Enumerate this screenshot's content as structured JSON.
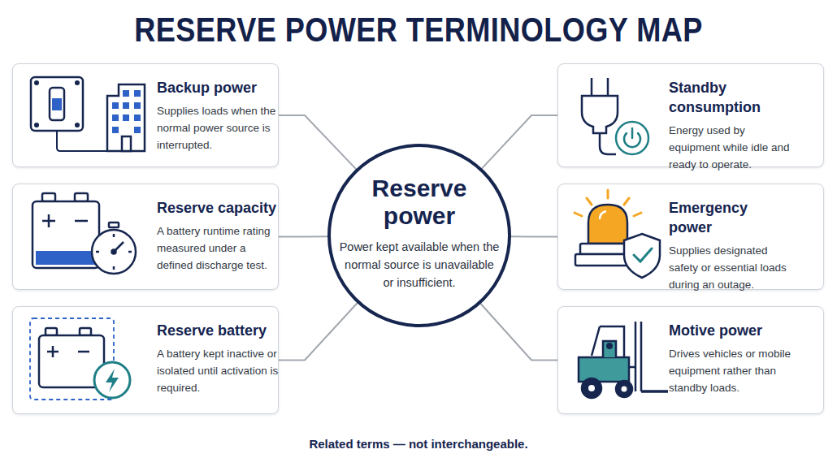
{
  "diagram": {
    "title": "RESERVE POWER TERMINOLOGY MAP",
    "caption": "Related terms — not interchangeable.",
    "nodes": [
      {
        "text": [
          "Backup power",
          "Supplies loads when the normal power source is interrupted."
        ]
      },
      {
        "text": [
          "Standby consumption",
          "Energy used by equipment while idle and ready to operate."
        ]
      },
      {
        "text": [
          "Reserve capacity",
          "A battery runtime rating measured under a defined discharge test."
        ]
      },
      {
        "text": [
          "Reserve power",
          "Power kept available when the normal source is unavailable or insufficient."
        ]
      },
      {
        "text": [
          "Emergency power",
          "Supplies designated safety or essential loads during an outage."
        ]
      },
      {
        "text": [
          "Reserve battery",
          "A battery kept inactive or isolated until activation is required."
        ]
      },
      {
        "text": [
          "Motive power",
          "Drives vehicles or mobile equipment rather than standby loads."
        ]
      }
    ],
    "edges": [
      {
        "from": 3,
        "to": 0,
        "arrow": "none"
      },
      {
        "from": 3,
        "to": 2,
        "arrow": "none"
      },
      {
        "from": 3,
        "to": 5,
        "arrow": "none"
      },
      {
        "from": 3,
        "to": 1,
        "arrow": "none"
      },
      {
        "from": 3,
        "to": 4,
        "arrow": "none"
      },
      {
        "from": 3,
        "to": 6,
        "arrow": "none"
      }
    ]
  }
}
